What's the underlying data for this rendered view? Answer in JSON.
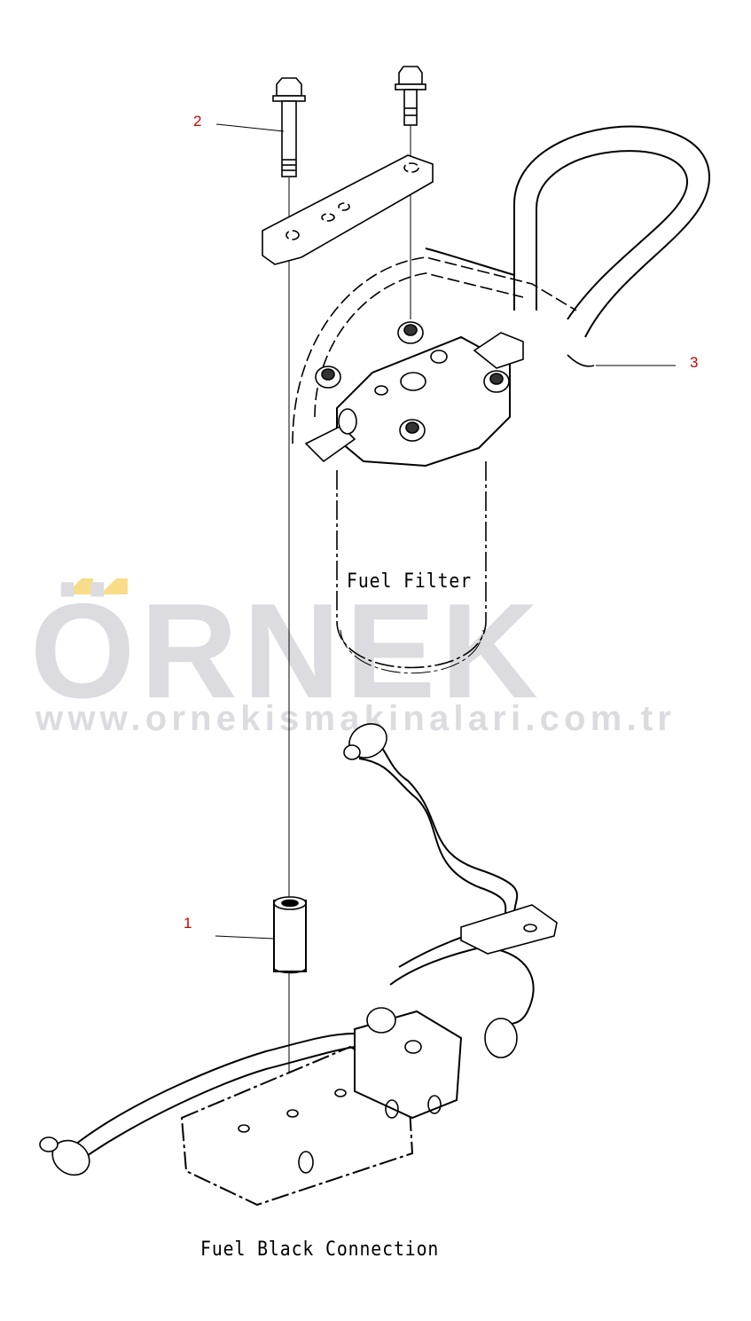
{
  "watermark": {
    "brand": "ÖRNEK",
    "url": "www.ornekismakinalari.com.tr",
    "text_color": "#dcdbe0",
    "accent_color": "#f7dc8a"
  },
  "labels": {
    "filter": "Fuel Filter",
    "block": "Fuel Black Connection"
  },
  "callouts": [
    {
      "number": "1"
    },
    {
      "number": "2"
    },
    {
      "number": "3"
    }
  ],
  "callout_color": "#d00000"
}
